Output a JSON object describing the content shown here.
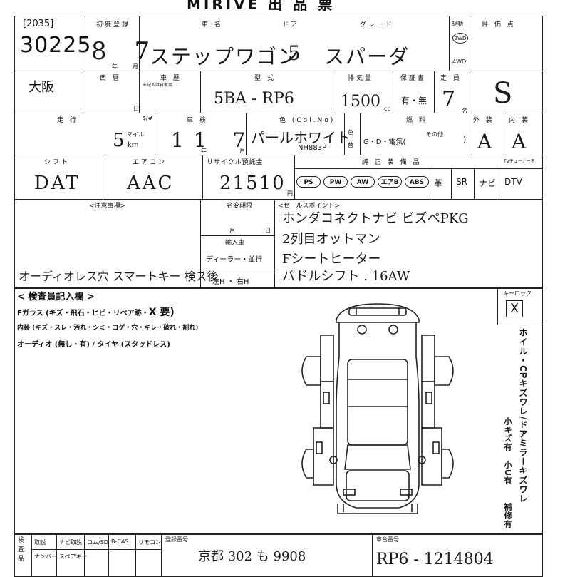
{
  "header": {
    "title": "MIRIVE 出 品 票"
  },
  "lot": {
    "code": "[2035]",
    "number": "30225"
  },
  "registration": {
    "label": "初度登録",
    "value": "8 7",
    "year_label": "年",
    "month_label": "月"
  },
  "car_name": {
    "label": "車 名",
    "value": "ステップワゴン"
  },
  "doors": {
    "label": "ドア",
    "value": "5"
  },
  "grade": {
    "label": "グレード",
    "value": "スパーダ"
  },
  "drive": {
    "label": "駆動",
    "two_wd": "2WD",
    "four_wd": "4WD"
  },
  "score": {
    "label": "評 価 点",
    "value": "S"
  },
  "region": {
    "label": "西 暦",
    "value": "大阪"
  },
  "inspection_date": {
    "label": "車 歴",
    "note": "未記入は自家用",
    "day_label": "日"
  },
  "model": {
    "label": "型 式",
    "value": "5BA - RP6"
  },
  "displacement": {
    "label": "排気量",
    "value": "1500",
    "unit": "cc"
  },
  "warranty": {
    "label": "保証書",
    "options": "有・無"
  },
  "capacity": {
    "label": "定 員",
    "value": "7",
    "unit": "名"
  },
  "mileage": {
    "label": "走 行",
    "sub": "$/#",
    "value": "5",
    "unit": "km",
    "unit_alt": "マイル"
  },
  "shaken": {
    "label": "車 検",
    "value": "11 7",
    "unit_y": "年",
    "unit_m": "月"
  },
  "color": {
    "label": "色 (Col.No)",
    "value": "パールホワイト",
    "code": "NH883P"
  },
  "color_change": {
    "line1": "色",
    "line2": "替"
  },
  "fuel": {
    "label": "燃 料",
    "options": "G・D・電気(",
    "other": "その他",
    "close": ")"
  },
  "exterior": {
    "label": "外 装",
    "value": "A"
  },
  "interior": {
    "label": "内 装",
    "value": "A"
  },
  "shift": {
    "label": "シフト",
    "value": "DAT"
  },
  "aircon": {
    "label": "エアコン",
    "value": "AAC"
  },
  "recycle": {
    "label": "リサイクル預託金",
    "value": "21510",
    "unit": "円"
  },
  "equipment": {
    "label": "純 正 装 備 品",
    "pills": [
      "PS",
      "PW",
      "AW",
      "エアB",
      "ABS"
    ],
    "items": [
      "革",
      "SR",
      "ナビ",
      "DTV"
    ],
    "tv_label": "TVチューナーを"
  },
  "notes": {
    "label": "<注意事項>",
    "value": "オーディオレス穴     スマートキー 検ス後"
  },
  "nameplate": {
    "label": "名変期限",
    "month": "月",
    "day": "日"
  },
  "import": {
    "label": "輸入車",
    "dealer": "ディーラー・並行",
    "handle": "左H ・ 右H"
  },
  "sales_points": {
    "label": "<セールスポイント>",
    "lines": [
      "ホンダコネクトナビ ビズペPKG",
      "2列目オットマン",
      "Fシートヒーター",
      "パドルシフト .    16AW"
    ]
  },
  "inspector": {
    "label": "< 検査員記入欄 >",
    "line1": "Fガラス (キズ・飛石・ヒビ・リペア跡・",
    "line1_mark": "X 要)",
    "line2": "内装 (キズ・スレ・汚れ・シミ・コゲ・穴・キレ・破れ・割れ)",
    "line3": "オーディオ (無し・有) / タイヤ (スタッドレス)"
  },
  "key_lock": {
    "label": "キーロック",
    "value": "X"
  },
  "side_notes": {
    "main": "ホイル・CPキズワレ/ドアミラーキズワレ",
    "sub1": "小キズ有",
    "sub2": "小U有",
    "sub3": "補修有"
  },
  "footer": {
    "col1": "検 査 品",
    "headers": [
      "取説",
      "ナビ取説",
      "ロム/SD",
      "B-CAS",
      "リモコン"
    ],
    "headers2": [
      "ナンバー",
      "スペアキー"
    ],
    "plate_label": "登録番号",
    "plate_value": "京都 302 も 9908",
    "chassis_label": "車台番号",
    "chassis_value": "RP6 - 1214804"
  }
}
